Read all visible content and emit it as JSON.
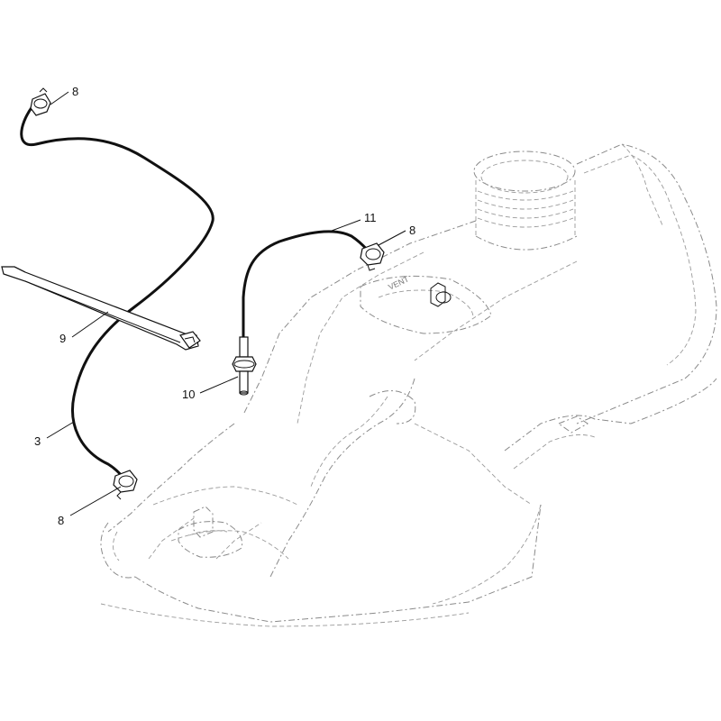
{
  "callouts": {
    "clamp_top": "8",
    "clamp_right": "8",
    "clamp_bottom": "8",
    "hose_long": "3",
    "strap": "9",
    "fitting": "10",
    "hose_short": "11"
  },
  "tank_embossing": {
    "vent": "VENT"
  }
}
